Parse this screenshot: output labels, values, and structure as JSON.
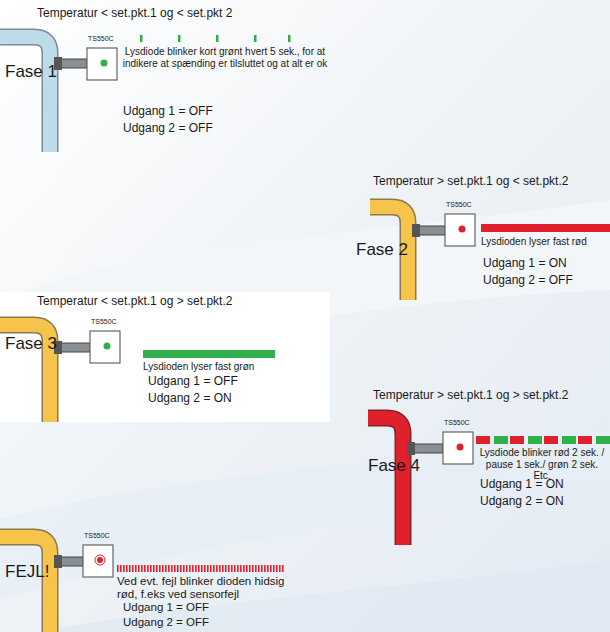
{
  "diagram": {
    "labels": [
      "Temperatur < set.pkt.1 og < set.pkt 2",
      "TS550C",
      "Fase 1",
      "Lysdiode blinker kort grønt hvert 5 sek., for at indikere at spænding er tilsluttet og at alt er ok",
      "Udgang 1 = OFF",
      "Udgang 2 = OFF",
      "Temperatur > set.pkt.1 og < set.pkt.2",
      "TS550C",
      "Fase 2",
      "Lysdioden lyser fast rød",
      "Udgang 1 = ON",
      "Udgang 2 = OFF",
      "Temperatur < set.pkt.1 og > set.pkt.2",
      "TS550C",
      "Fase 3",
      "Lysdioden lyser fast grøn",
      "Udgang 1 = OFF",
      "Udgang 2 = ON",
      "Temperatur > set.pkt.1 og > set.pkt.2",
      "TS550C",
      "Fase 4",
      "Lysdiode blinker rød 2 sek. / pause 1 sek./ grøn 2 sek. Etc.",
      "Udgang 1 = ON",
      "Udgang 2 = ON",
      "TS550C",
      "FEJL!",
      "Ved evt. fejl blinker dioden hidsig rød, f.eks ved sensorfejl",
      "Udgang 1 = OFF",
      "Udgang 2 = OFF"
    ]
  }
}
